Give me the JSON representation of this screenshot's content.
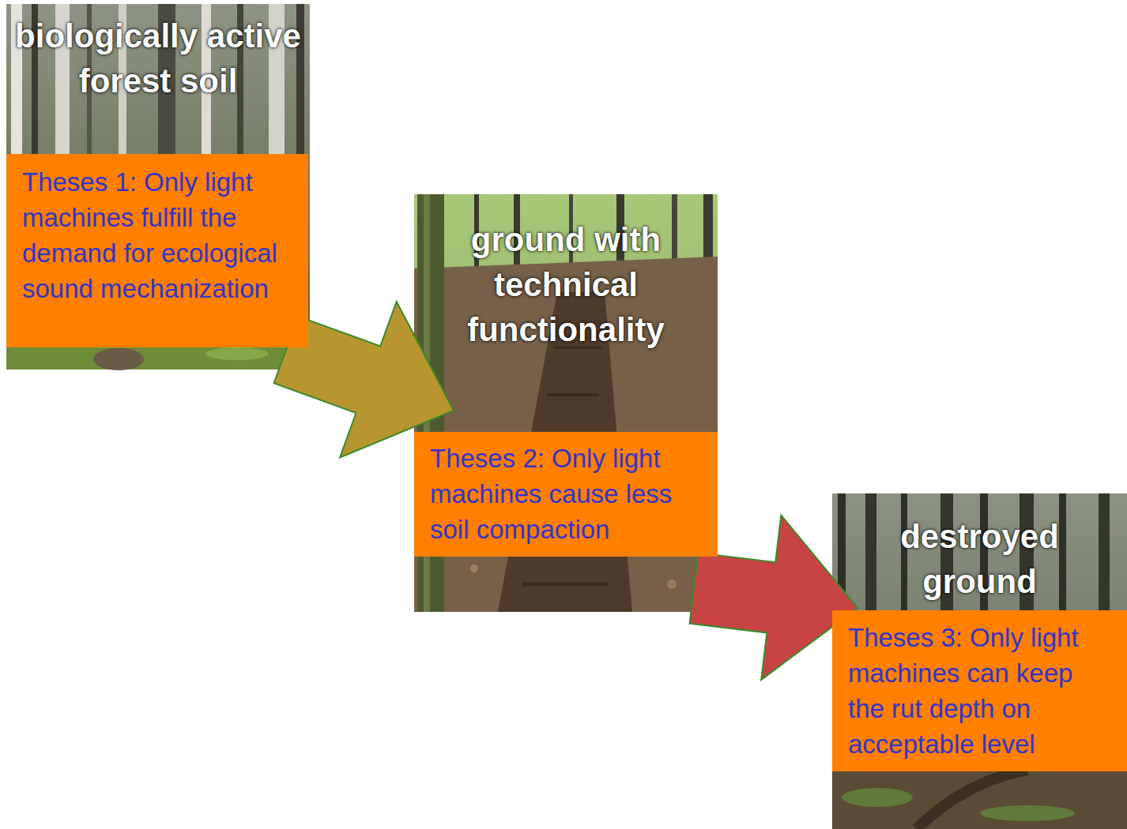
{
  "diagram": {
    "nodes": [
      {
        "text": [
          "biologically active forest soil"
        ]
      },
      {
        "text": [
          "Theses 1: Only light machines fulfill the demand for ecological sound mechanization"
        ],
        "in": 0
      },
      {
        "text": [
          "ground with technical functionality"
        ]
      },
      {
        "text": [
          "Theses 2: Only light machines cause less soil compaction"
        ],
        "in": 2
      },
      {
        "text": [
          "destroyed ground"
        ]
      },
      {
        "text": [
          "Theses 3: Only light machines can keep the rut depth on acceptable level"
        ],
        "in": 4
      }
    ],
    "edges": [
      {
        "from": 0,
        "to": 2,
        "arrow": "to"
      },
      {
        "from": 2,
        "to": 4,
        "arrow": "to"
      }
    ]
  }
}
